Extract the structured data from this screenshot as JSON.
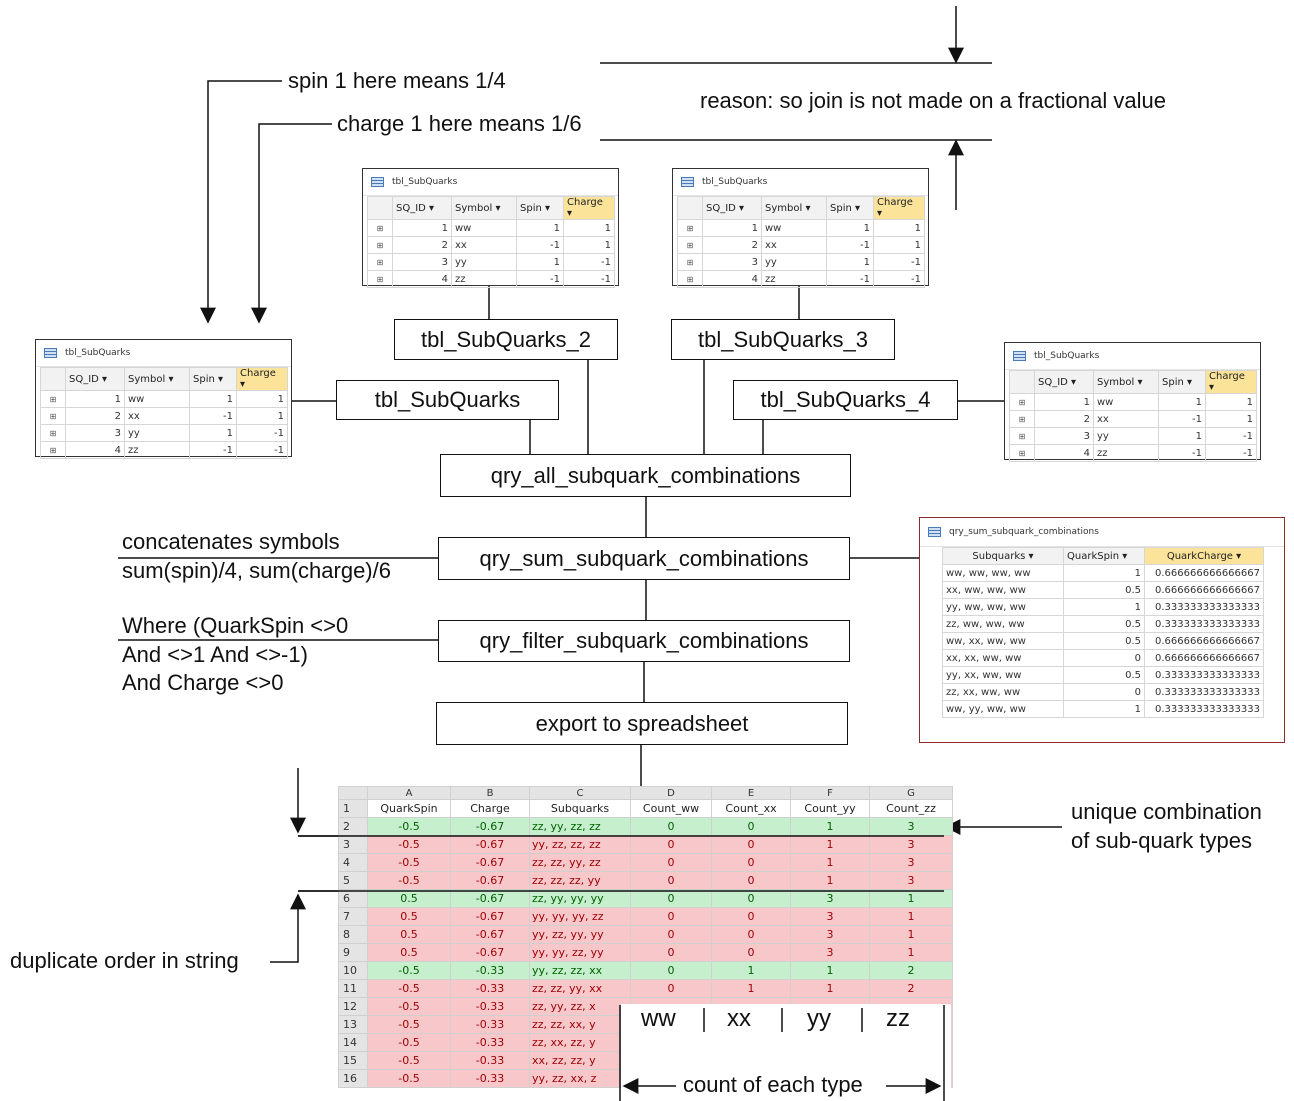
{
  "notes": {
    "spin_note": "spin 1 here means 1/4",
    "charge_note": "charge 1 here means 1/6",
    "reason": "reason: so join is not made on a fractional value",
    "sum_note_1": "concatenates symbols",
    "sum_note_2": "sum(spin)/4, sum(charge)/6",
    "filter_note_1": "Where (QuarkSpin <>0",
    "filter_note_2": "And <>1 And <>-1)",
    "filter_note_3": "And  Charge <>0",
    "unique_1": "unique combination",
    "unique_2": "of sub-quark types",
    "duplicate": "duplicate order in string",
    "count_each": "count of each type"
  },
  "boxes": {
    "tbl1": "tbl_SubQuarks",
    "tbl2": "tbl_SubQuarks_2",
    "tbl3": "tbl_SubQuarks_3",
    "tbl4": "tbl_SubQuarks_4",
    "qry_all": "qry_all_subquark_combinations",
    "qry_sum": "qry_sum_subquark_combinations",
    "qry_filter": "qry_filter_subquark_combinations",
    "export": "export to spreadsheet"
  },
  "subquark_table": {
    "title": "tbl_SubQuarks",
    "headers": [
      "SQ_ID",
      "Symbol",
      "Spin",
      "Charge"
    ],
    "rows": [
      {
        "id": "1",
        "symbol": "ww",
        "spin": "1",
        "charge": "1"
      },
      {
        "id": "2",
        "symbol": "xx",
        "spin": "-1",
        "charge": "1"
      },
      {
        "id": "3",
        "symbol": "yy",
        "spin": "1",
        "charge": "-1"
      },
      {
        "id": "4",
        "symbol": "zz",
        "spin": "-1",
        "charge": "-1"
      }
    ]
  },
  "sum_query_table": {
    "title": "qry_sum_subquark_combinations",
    "headers": [
      "Subquarks",
      "QuarkSpin",
      "QuarkCharge"
    ],
    "rows": [
      [
        "ww, ww, ww, ww",
        "1",
        "0.666666666666667"
      ],
      [
        "xx, ww, ww, ww",
        "0.5",
        "0.666666666666667"
      ],
      [
        "yy, ww, ww, ww",
        "1",
        "0.333333333333333"
      ],
      [
        "zz, ww, ww, ww",
        "0.5",
        "0.333333333333333"
      ],
      [
        "ww, xx, ww, ww",
        "0.5",
        "0.666666666666667"
      ],
      [
        "xx, xx, ww, ww",
        "0",
        "0.666666666666667"
      ],
      [
        "yy, xx, ww, ww",
        "0.5",
        "0.333333333333333"
      ],
      [
        "zz, xx, ww, ww",
        "0",
        "0.333333333333333"
      ],
      [
        "ww, yy, ww, ww",
        "1",
        "0.333333333333333"
      ]
    ]
  },
  "spreadsheet": {
    "col_letters": [
      "A",
      "B",
      "C",
      "D",
      "E",
      "F",
      "G"
    ],
    "headers": [
      "QuarkSpin",
      "Charge",
      "Subquarks",
      "Count_ww",
      "Count_xx",
      "Count_yy",
      "Count_zz"
    ],
    "rows": [
      {
        "n": "2",
        "style": "green",
        "cells": [
          "-0.5",
          "-0.67",
          "zz, yy, zz, zz",
          "0",
          "0",
          "1",
          "3"
        ]
      },
      {
        "n": "3",
        "style": "red",
        "cells": [
          "-0.5",
          "-0.67",
          "yy, zz, zz, zz",
          "0",
          "0",
          "1",
          "3"
        ]
      },
      {
        "n": "4",
        "style": "red",
        "cells": [
          "-0.5",
          "-0.67",
          "zz, zz, yy, zz",
          "0",
          "0",
          "1",
          "3"
        ]
      },
      {
        "n": "5",
        "style": "red",
        "cells": [
          "-0.5",
          "-0.67",
          "zz, zz, zz, yy",
          "0",
          "0",
          "1",
          "3"
        ]
      },
      {
        "n": "6",
        "style": "green",
        "cells": [
          "0.5",
          "-0.67",
          "zz, yy, yy, yy",
          "0",
          "0",
          "3",
          "1"
        ]
      },
      {
        "n": "7",
        "style": "red",
        "cells": [
          "0.5",
          "-0.67",
          "yy, yy, yy, zz",
          "0",
          "0",
          "3",
          "1"
        ]
      },
      {
        "n": "8",
        "style": "red",
        "cells": [
          "0.5",
          "-0.67",
          "yy, zz, yy, yy",
          "0",
          "0",
          "3",
          "1"
        ]
      },
      {
        "n": "9",
        "style": "red",
        "cells": [
          "0.5",
          "-0.67",
          "yy, yy, zz, yy",
          "0",
          "0",
          "3",
          "1"
        ]
      },
      {
        "n": "10",
        "style": "green",
        "cells": [
          "-0.5",
          "-0.33",
          "yy, zz, zz, xx",
          "0",
          "1",
          "1",
          "2"
        ]
      },
      {
        "n": "11",
        "style": "red",
        "cells": [
          "-0.5",
          "-0.33",
          "zz, zz, yy, xx",
          "0",
          "1",
          "1",
          "2"
        ]
      },
      {
        "n": "12",
        "style": "red",
        "cells": [
          "-0.5",
          "-0.33",
          "zz, yy, zz, x",
          "",
          "",
          "",
          ""
        ]
      },
      {
        "n": "13",
        "style": "red",
        "cells": [
          "-0.5",
          "-0.33",
          "zz, zz, xx, y",
          "",
          "",
          "",
          ""
        ]
      },
      {
        "n": "14",
        "style": "red",
        "cells": [
          "-0.5",
          "-0.33",
          "zz, xx, zz, y",
          "",
          "",
          "",
          ""
        ]
      },
      {
        "n": "15",
        "style": "red",
        "cells": [
          "-0.5",
          "-0.33",
          "xx, zz, zz, y",
          "",
          "",
          "",
          ""
        ]
      },
      {
        "n": "16",
        "style": "red",
        "cells": [
          "-0.5",
          "-0.33",
          "yy, zz, xx, z",
          "",
          "",
          "",
          ""
        ]
      }
    ]
  },
  "type_labels": [
    "ww",
    "xx",
    "yy",
    "zz"
  ]
}
